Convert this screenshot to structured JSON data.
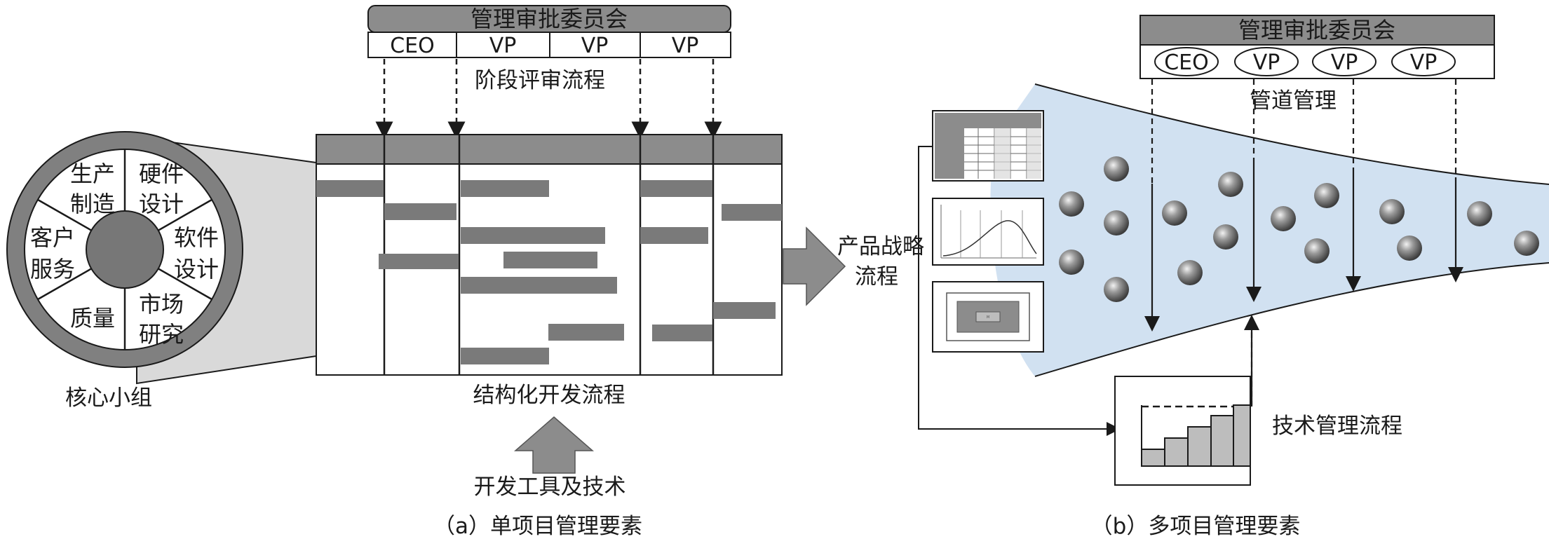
{
  "panel_a": {
    "committee": {
      "title": "管理审批委员会",
      "members": [
        "CEO",
        "VP",
        "VP",
        "VP"
      ]
    },
    "stage_review_label": "阶段评审流程",
    "core_team": {
      "caption": "核心小组",
      "segments": [
        "生产",
        "制造",
        "硬件",
        "设计",
        "客户",
        "服务",
        "软件",
        "设计",
        "质量",
        "市场",
        "研究"
      ]
    },
    "structured_process_label": "结构化开发流程",
    "tools_label": "开发工具及技术",
    "caption": "（a）单项目管理要素"
  },
  "panel_b": {
    "product_strategy_label": [
      "产品战略",
      "流程"
    ],
    "committee": {
      "title": "管理审批委员会",
      "members": [
        "CEO",
        "VP",
        "VP",
        "VP"
      ]
    },
    "pipeline_label": "管道管理",
    "tech_process_label": "技术管理流程",
    "thumb_grid_tag": "M",
    "caption": "（b）多项目管理要素"
  },
  "colors": {
    "gray_fill": "#8c8c8c",
    "light_gray": "#d9d9d9",
    "bar_gray": "#7a7a7a",
    "pipe_blue": "#c9dcee"
  }
}
